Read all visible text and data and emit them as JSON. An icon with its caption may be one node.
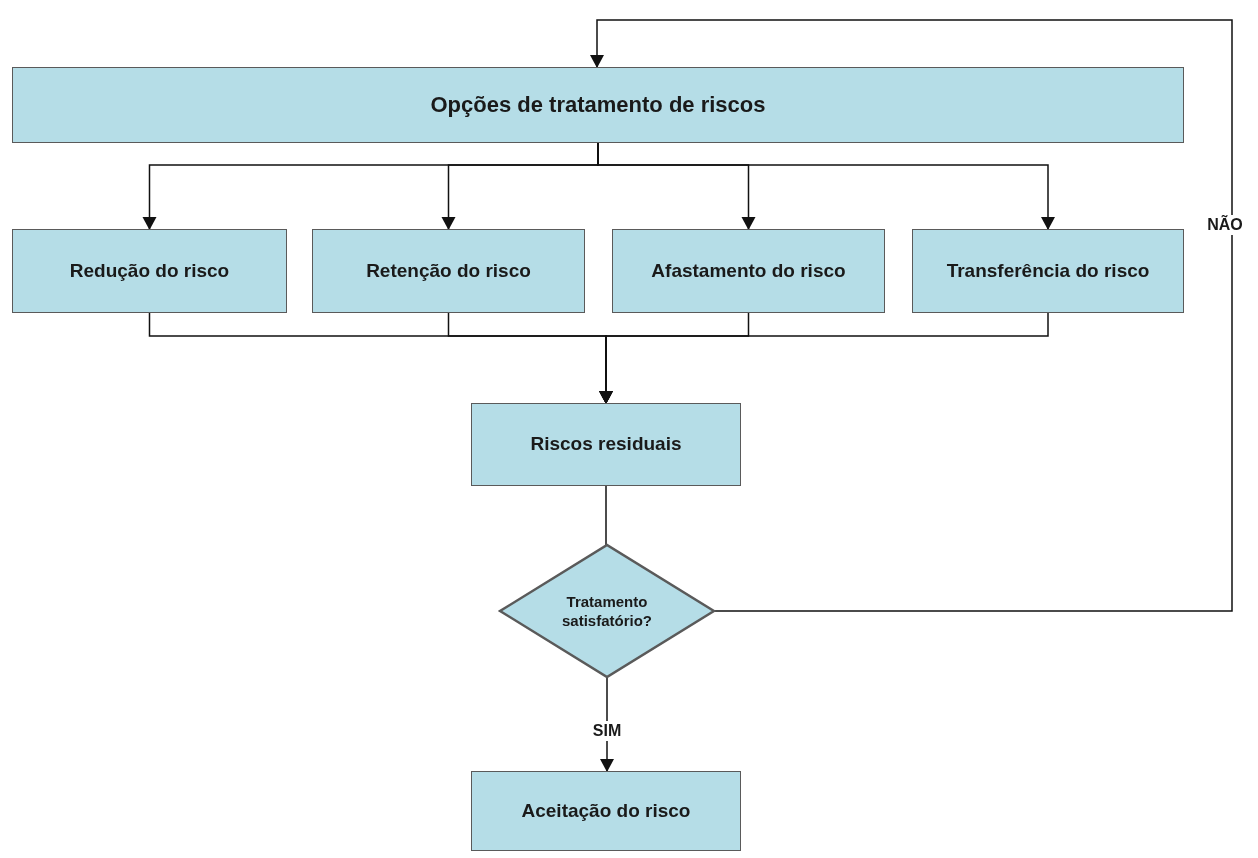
{
  "diagram": {
    "nodes": [
      {
        "text": [
          "Opções de tratamento de riscos"
        ]
      },
      {
        "text": [
          "Redução do risco"
        ]
      },
      {
        "text": [
          "Retenção do risco"
        ]
      },
      {
        "text": [
          "Afastamento do risco"
        ]
      },
      {
        "text": [
          "Transferência do risco"
        ]
      },
      {
        "text": [
          "Riscos residuais"
        ]
      },
      {
        "text": [
          "Tratamento satisfatório?"
        ]
      },
      {
        "text": [
          "Aceitação do risco"
        ]
      }
    ],
    "edges": [
      {
        "from": 0,
        "to": 1,
        "arrow": "to"
      },
      {
        "from": 0,
        "to": 2,
        "arrow": "to"
      },
      {
        "from": 0,
        "to": 3,
        "arrow": "to"
      },
      {
        "from": 0,
        "to": 4,
        "arrow": "to"
      },
      {
        "from": 1,
        "to": 5,
        "arrow": "to"
      },
      {
        "from": 2,
        "to": 5,
        "arrow": "to"
      },
      {
        "from": 3,
        "to": 5,
        "arrow": "to"
      },
      {
        "from": 4,
        "to": 5,
        "arrow": "to"
      },
      {
        "from": 5,
        "to": 6,
        "arrow": "none"
      },
      {
        "from": 6,
        "to": 7,
        "arrow": "to",
        "label": "SIM"
      },
      {
        "from": 6,
        "to": 0,
        "arrow": "to",
        "label": "NÃO"
      }
    ]
  }
}
